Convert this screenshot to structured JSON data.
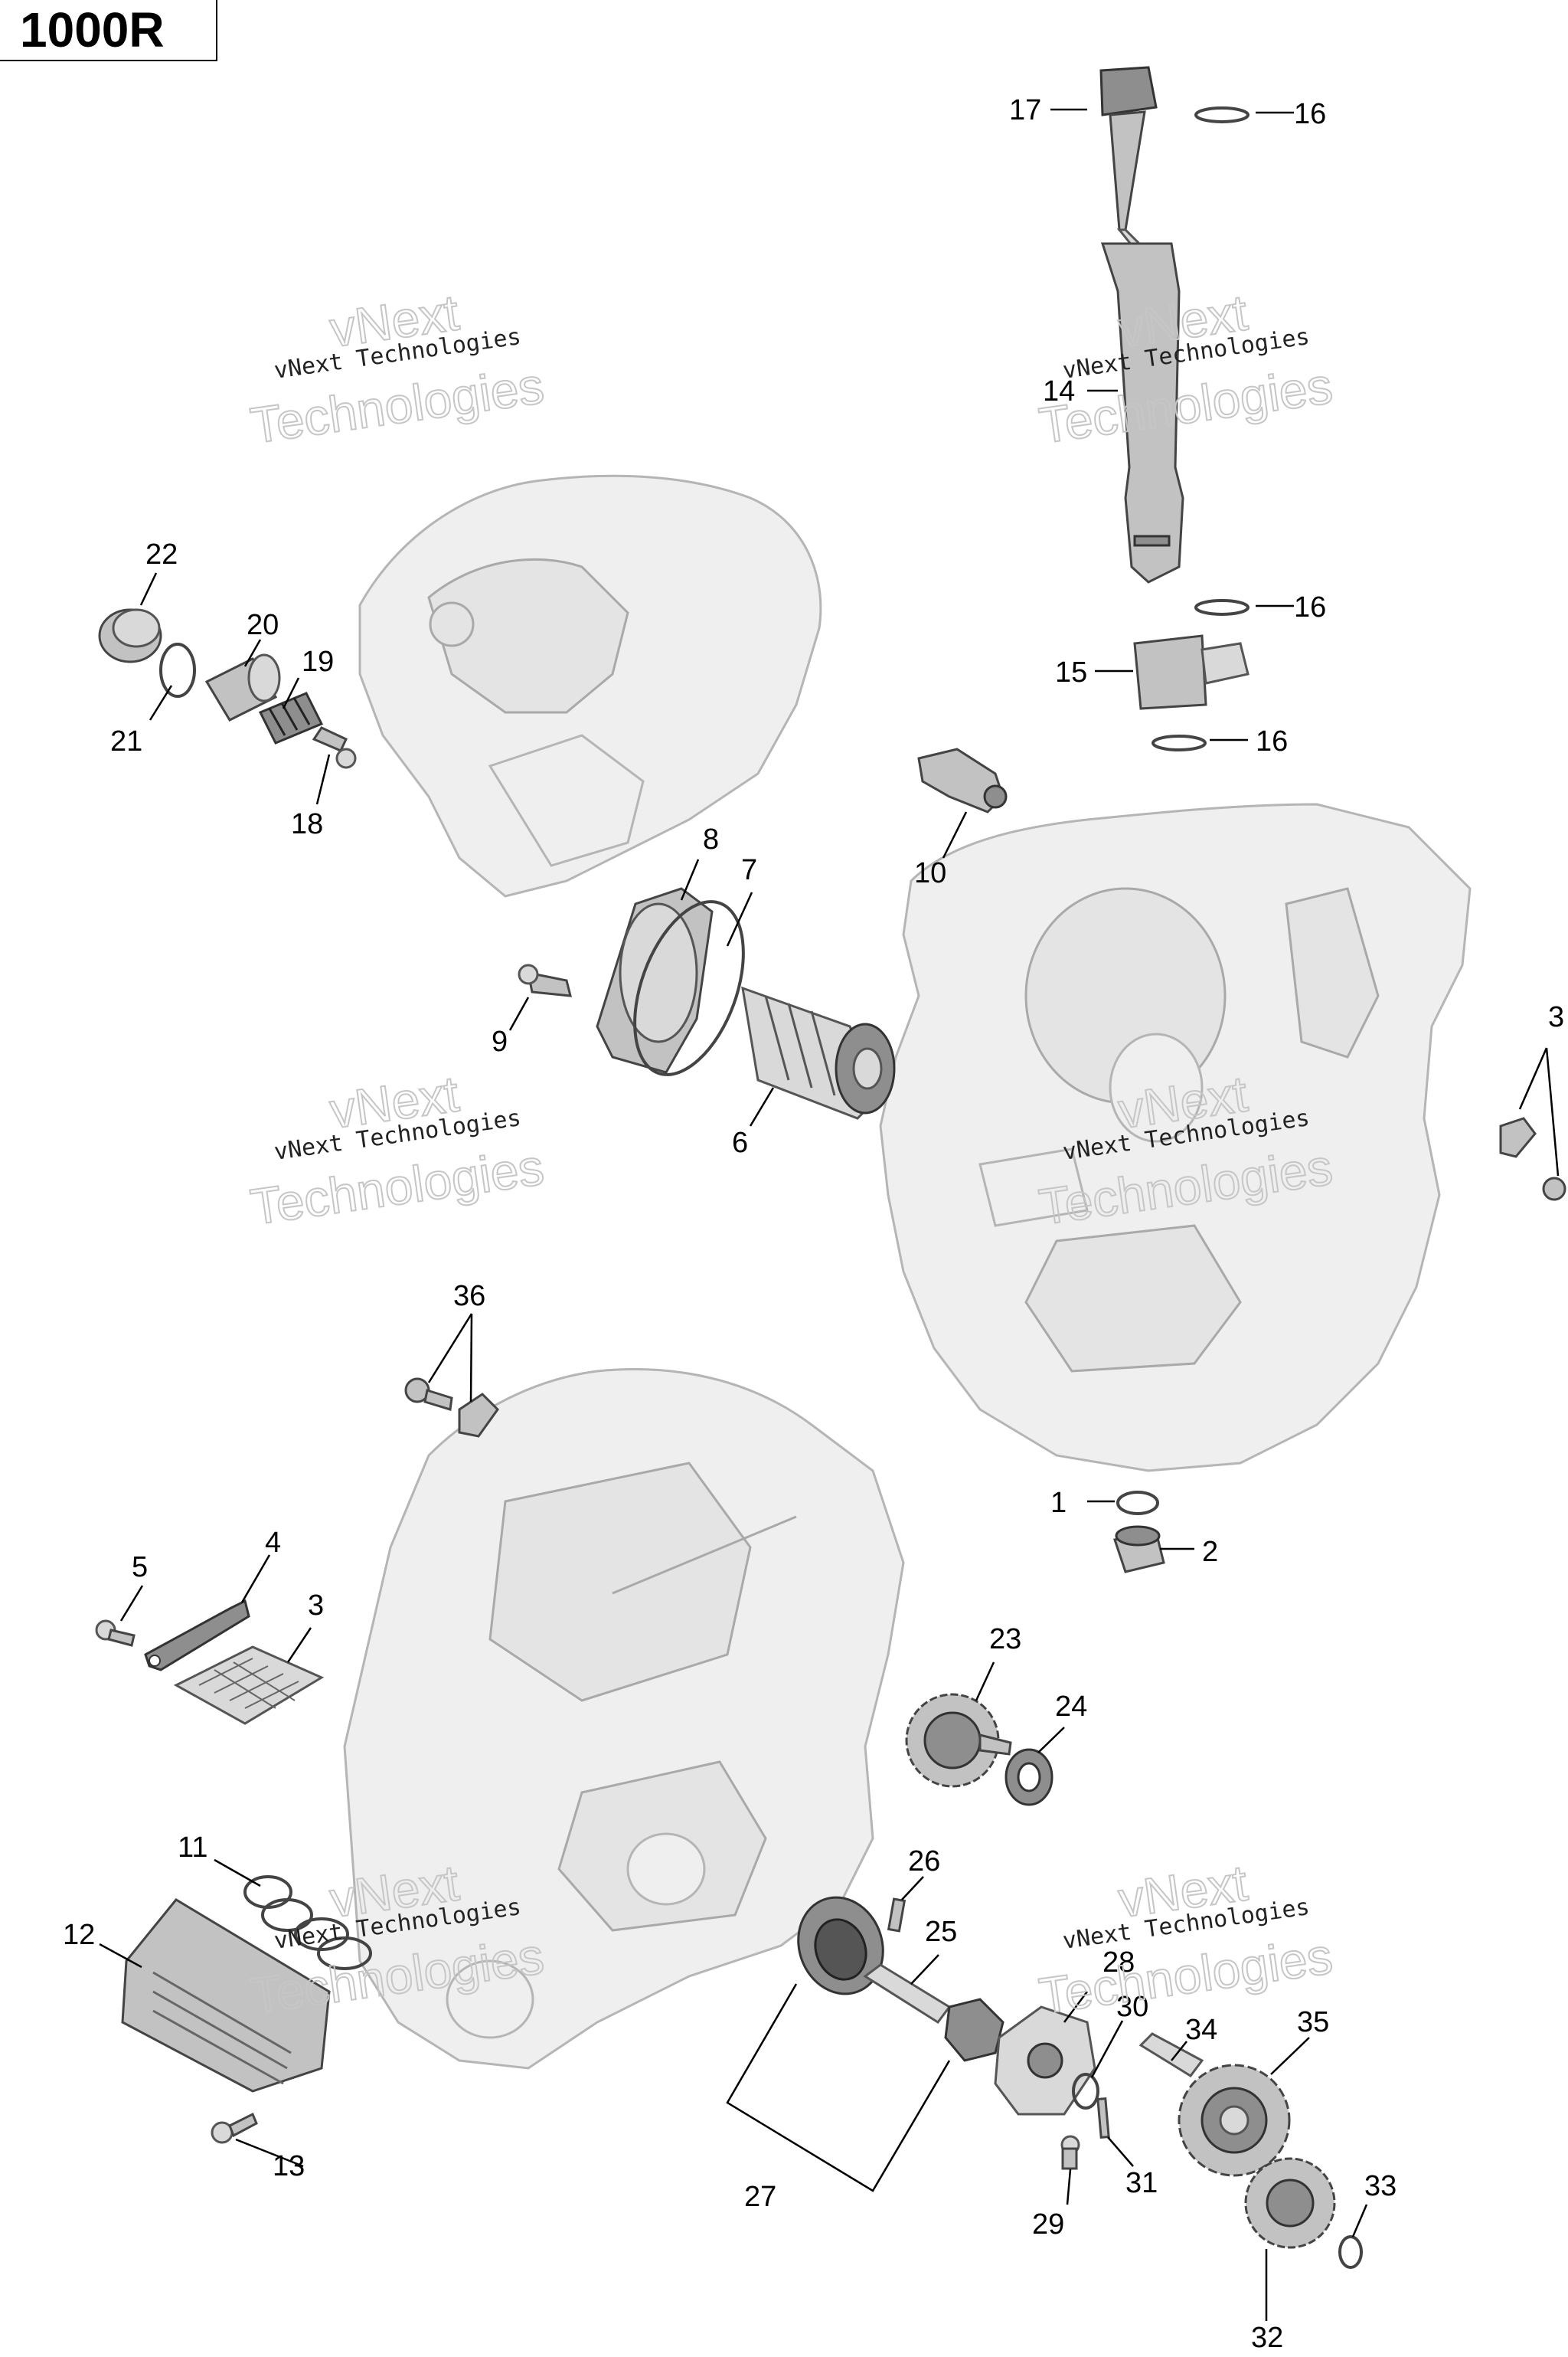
{
  "header": {
    "model": "1000R"
  },
  "watermark": {
    "line1": "vNext Technologies",
    "line2": "Technologies",
    "line3": "vNext"
  },
  "callouts": {
    "c1": "1",
    "c2": "2",
    "c3": "3",
    "c4": "4",
    "c5": "5",
    "c6": "6",
    "c7": "7",
    "c8": "8",
    "c9": "9",
    "c10": "10",
    "c11": "11",
    "c12": "12",
    "c13": "13",
    "c14": "14",
    "c15": "15",
    "c16": "16",
    "c17": "17",
    "c18": "18",
    "c19": "19",
    "c20": "20",
    "c21": "21",
    "c22": "22",
    "c23": "23",
    "c24": "24",
    "c25": "25",
    "c26": "26",
    "c27": "27",
    "c28": "28",
    "c29": "29",
    "c30": "30",
    "c31": "31",
    "c32": "32",
    "c33": "33",
    "c34": "34",
    "c35": "35",
    "c36": "36",
    "c3_partial": "3"
  },
  "colors": {
    "casing": "#efefef",
    "part": "#c2c2c2",
    "outline": "#444444"
  }
}
